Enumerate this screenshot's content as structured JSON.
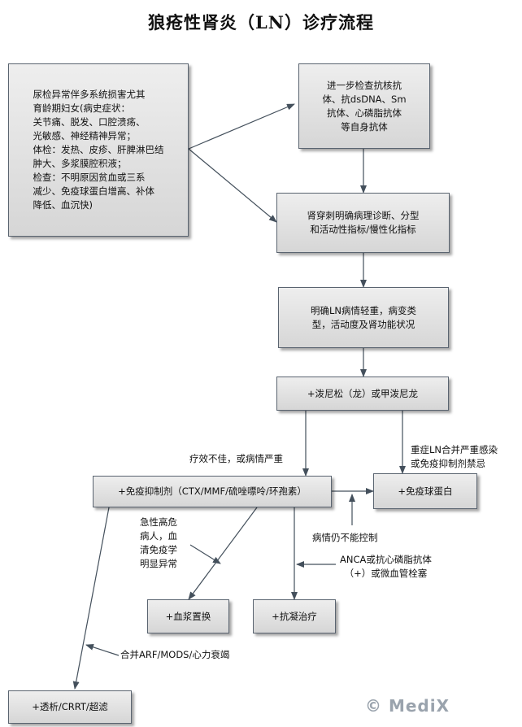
{
  "title": "狼疮性肾炎（LN）诊疗流程",
  "boxes": {
    "symptoms": "尿检异常伴多系统损害尤其\n育龄期妇女(病史症状：\n关节痛、脱发、口腔溃疡、\n光敏感、神经精神异常；\n体检：发热、皮疹、肝脾淋巴结\n肿大、多浆膜腔积液；\n检查：不明原因贫血或三系\n减少、免疫球蛋白增高、补体\n降低、血沉快)",
    "antibody": "进一步检查抗核抗\n体、抗dsDNA、Sm\n抗体、心磷脂抗体\n等自身抗体",
    "biopsy": "肾穿刺明确病理诊断、分型\n和活动性指标/慢性化指标",
    "assess": "明确LN病情轻重，病变类\n型，活动度及肾功能状况",
    "prednisone": "+泼尼松（龙）或甲泼尼龙",
    "immuno": "+免疫抑制剂（CTX/MMF/硫唑嘌呤/环孢素）",
    "ivig": "+免疫球蛋白",
    "plasma": "+血浆置换",
    "anticoag": "+抗凝治疗",
    "dialysis": "+透析/CRRT/超滤"
  },
  "notes": {
    "poor_effect": "疗效不佳，或病情严重",
    "severe_ln": "重症LN合并严重感染\n或免疫抑制剂禁忌",
    "uncontrolled": "病情仍不能控制",
    "acute": "急性高危\n病人，血\n清免疫学\n明显异常",
    "anca": "ANCA或抗心磷脂抗体\n（+）或微血管栓塞",
    "arf": "合并ARF/MODS/心力衰竭"
  },
  "logo": "© MediX",
  "colors": {
    "arrow": "#44505c",
    "border": "#5a6470"
  }
}
